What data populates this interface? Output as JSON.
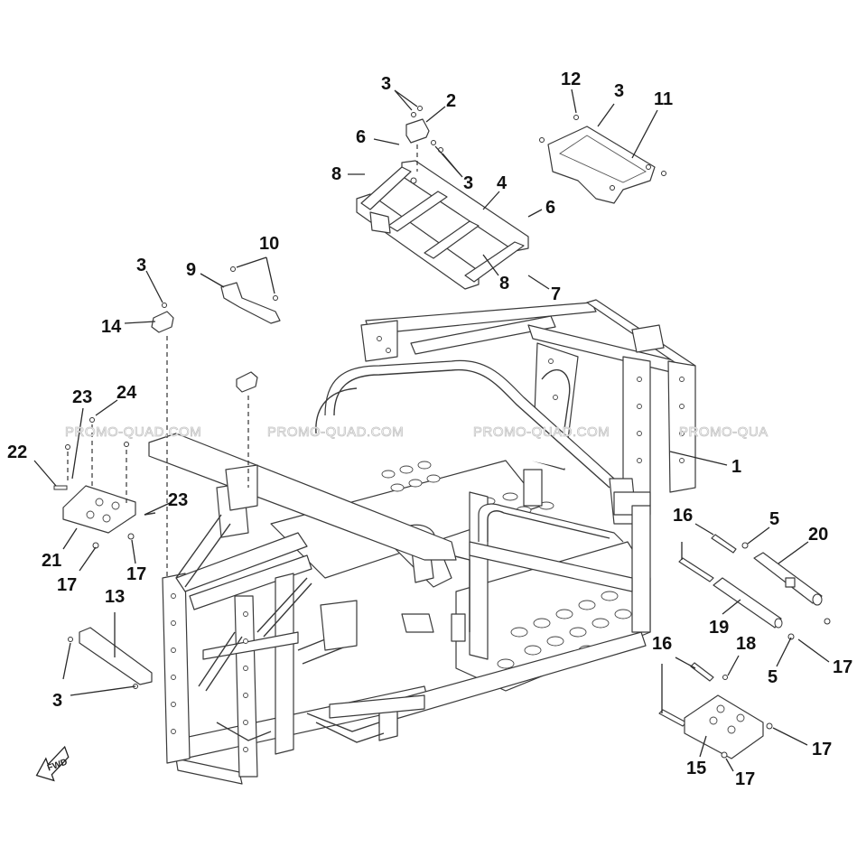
{
  "diagram": {
    "watermark": "PROMO-QUAD.COM",
    "watermark_cut": "PROMO-QUA",
    "fwd_label": "FWD",
    "callouts": {
      "c1": "1",
      "c2": "2",
      "c3a": "3",
      "c3b": "3",
      "c3c": "3",
      "c3d": "3",
      "c3e": "3",
      "c4": "4",
      "c5a": "5",
      "c5b": "5",
      "c6a": "6",
      "c6b": "6",
      "c7": "7",
      "c8a": "8",
      "c8b": "8",
      "c9": "9",
      "c10": "10",
      "c11": "11",
      "c12": "12",
      "c13": "13",
      "c14": "14",
      "c15": "15",
      "c16a": "16",
      "c16b": "16",
      "c17a": "17",
      "c17b": "17",
      "c17c": "17",
      "c17d": "17",
      "c17e": "17",
      "c18": "18",
      "c19": "19",
      "c20": "20",
      "c21": "21",
      "c22": "22",
      "c23a": "23",
      "c23b": "23",
      "c24": "24"
    }
  }
}
